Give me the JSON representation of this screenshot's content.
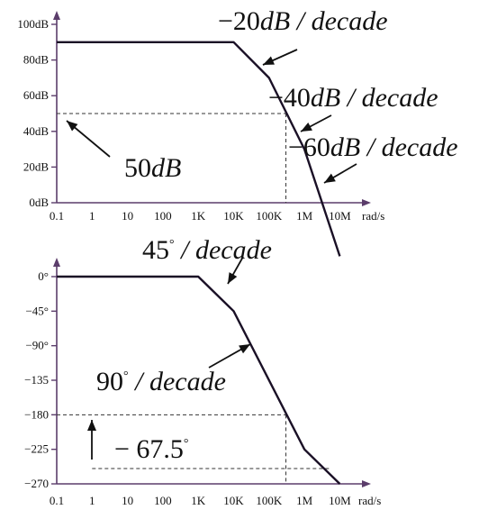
{
  "chart_data": [
    {
      "type": "line",
      "x_scale": "log",
      "x_ticks": [
        "0.1",
        "1",
        "10",
        "100",
        "1K",
        "10K",
        "100K",
        "1M",
        "10M"
      ],
      "x_unit": "rad/s",
      "y_ticks": [
        "0dB",
        "20dB",
        "40dB",
        "60dB",
        "80dB",
        "100dB"
      ],
      "ylim": [
        0,
        100
      ],
      "grid": false,
      "series": [
        {
          "points": [
            [
              0.1,
              90
            ],
            [
              10000,
              90
            ],
            [
              100000,
              70
            ],
            [
              1000000,
              30
            ],
            [
              10000000,
              -30
            ]
          ]
        }
      ],
      "reference_lines": [
        {
          "from": [
            0.1,
            50
          ],
          "to": [
            300000,
            50
          ],
          "style": "dashed"
        },
        {
          "from": [
            300000,
            50
          ],
          "to": [
            300000,
            0
          ],
          "style": "dashed"
        }
      ],
      "annotations": [
        {
          "sign": "−",
          "value": "20",
          "unit": "dB",
          "rest": " / decade"
        },
        {
          "sign": "−",
          "value": "40",
          "unit": "dB",
          "rest": " / decade"
        },
        {
          "sign": "−",
          "value": "60",
          "unit": "dB",
          "rest": " / decade"
        },
        {
          "sign": "",
          "value": "50",
          "unit": "dB",
          "rest": ""
        }
      ]
    },
    {
      "type": "line",
      "x_scale": "log",
      "x_ticks": [
        "0.1",
        "1",
        "10",
        "100",
        "1K",
        "10K",
        "100K",
        "1M",
        "10M"
      ],
      "x_unit": "rad/s",
      "y_ticks": [
        "0°",
        "−45°",
        "−90°",
        "−135",
        "−180",
        "−225",
        "−270"
      ],
      "ylim": [
        -270,
        0
      ],
      "grid": false,
      "series": [
        {
          "points": [
            [
              0.1,
              0
            ],
            [
              1000,
              0
            ],
            [
              10000,
              -45
            ],
            [
              1000000,
              -225
            ],
            [
              10000000,
              -270
            ]
          ]
        }
      ],
      "reference_lines": [
        {
          "from": [
            0.1,
            -180
          ],
          "to": [
            300000,
            -180
          ],
          "style": "dashed"
        },
        {
          "from": [
            1,
            -250
          ],
          "to": [
            5000000,
            -250
          ],
          "style": "dashed"
        },
        {
          "from": [
            300000,
            -180
          ],
          "to": [
            300000,
            -270
          ],
          "style": "dashed"
        }
      ],
      "annotations": [
        {
          "value": "45",
          "deg": "°",
          "rest": " / decade"
        },
        {
          "value": "90",
          "deg": "°",
          "rest": " / decade"
        },
        {
          "value": "− 67.5",
          "deg": "°",
          "rest": ""
        }
      ]
    }
  ],
  "colors": {
    "curve": "#1a1026",
    "axis": "#5b3d6b",
    "text": "#111111"
  }
}
